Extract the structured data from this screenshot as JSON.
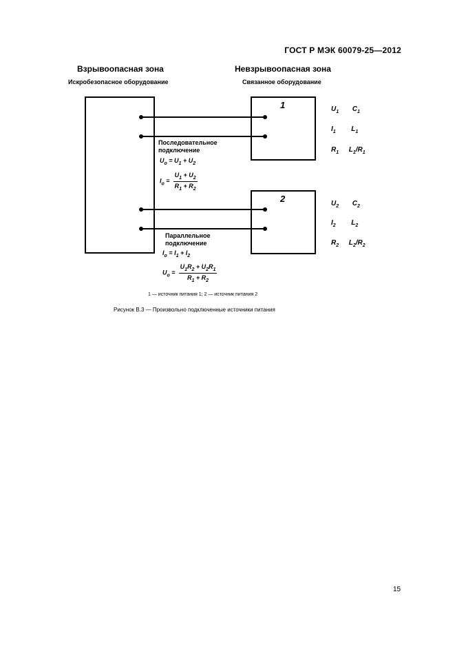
{
  "header": {
    "doc_id": "ГОСТ Р МЭК 60079-25—2012"
  },
  "zones": {
    "hazardous": {
      "title": "Взрывоопасная зона",
      "subtitle": "Искробезопасное оборудование"
    },
    "safe": {
      "title": "Невзрывоопасная зона",
      "subtitle": "Связанное оборудование"
    }
  },
  "boxes": {
    "source1": "1",
    "source2": "2"
  },
  "params1": {
    "row1": {
      "a": "U",
      "a_sub": "1",
      "b": "C",
      "b_sub": "1"
    },
    "row2": {
      "a": "I",
      "a_sub": "1",
      "b": "L",
      "b_sub": "1"
    },
    "row3": {
      "a": "R",
      "a_sub": "1",
      "b": "L",
      "b_sub": "1",
      "b_tail": "/R",
      "b_tail_sub": "1"
    }
  },
  "params2": {
    "row1": {
      "a": "U",
      "a_sub": "2",
      "b": "C",
      "b_sub": "2"
    },
    "row2": {
      "a": "I",
      "a_sub": "2",
      "b": "L",
      "b_sub": "2"
    },
    "row3": {
      "a": "R",
      "a_sub": "2",
      "b": "L",
      "b_sub": "2",
      "b_tail": "/R",
      "b_tail_sub": "2"
    }
  },
  "series": {
    "label_line1": "Последовательное",
    "label_line2": "подключение",
    "f1": {
      "lhs": "U",
      "lhs_sub": "o",
      "eq": " = ",
      "t1": "U",
      "t1_sub": "1",
      "op": " + ",
      "t2": "U",
      "t2_sub": "2"
    },
    "f2": {
      "lhs": "I",
      "lhs_sub": "o",
      "eq": " = ",
      "num_t1": "U",
      "num_t1_sub": "1",
      "num_op": " + ",
      "num_t2": "U",
      "num_t2_sub": "2",
      "den_t1": "R",
      "den_t1_sub": "1",
      "den_op": " + ",
      "den_t2": "R",
      "den_t2_sub": "2"
    }
  },
  "parallel": {
    "label_line1": "Параллельное",
    "label_line2": "подключение",
    "f1": {
      "lhs": "I",
      "lhs_sub": "o",
      "eq": " = ",
      "t1": "I",
      "t1_sub": "1",
      "op": " + ",
      "t2": "I",
      "t2_sub": "2"
    },
    "f2": {
      "lhs": "U",
      "lhs_sub": "o",
      "eq": " = ",
      "num_a": "U",
      "num_a_sub": "1",
      "num_b": "R",
      "num_b_sub": "2",
      "num_op": " + ",
      "num_c": "U",
      "num_c_sub": "2",
      "num_d": "R",
      "num_d_sub": "1",
      "den_t1": "R",
      "den_t1_sub": "1",
      "den_op": " + ",
      "den_t2": "R",
      "den_t2_sub": "2"
    }
  },
  "legend": "1 — источник питания 1; 2 — источник питания 2",
  "caption": "Рисунок В.3 — Произвольно подключенные источники питания",
  "page_number": "15"
}
